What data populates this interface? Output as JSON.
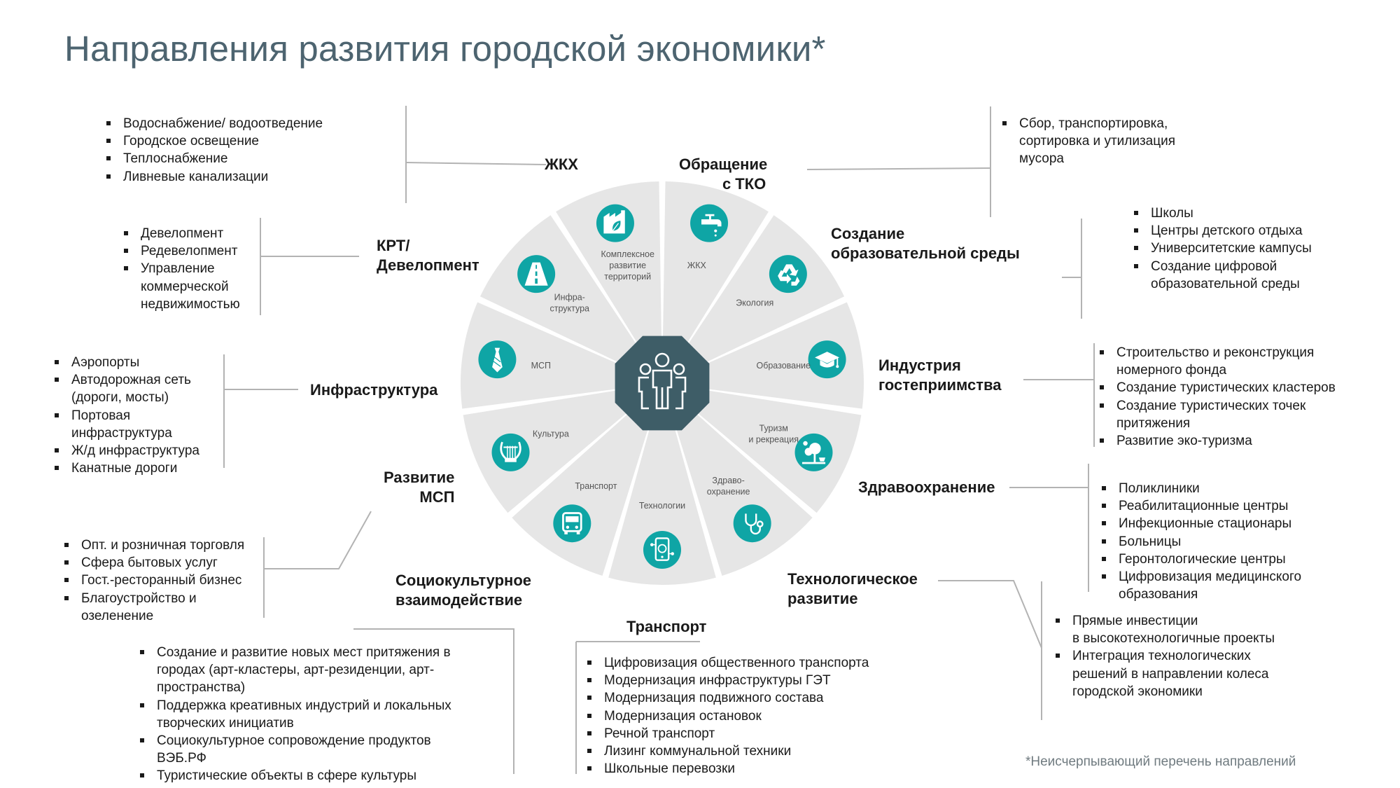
{
  "title": "Направления развития городской экономики*",
  "footnote": "*Неисчерпывающий перечень направлений",
  "colors": {
    "accent": "#0fa5a5",
    "center": "#3e5d67",
    "segment": "#e6e6e6",
    "connector": "#b3b3b3"
  },
  "wheel": {
    "center_icon": "people-group-icon",
    "sectors": [
      {
        "id": "zhkh",
        "label": [
          "ЖКХ"
        ],
        "icon": "water-tap-icon"
      },
      {
        "id": "eco",
        "label": [
          "Экология"
        ],
        "icon": "recycle-icon"
      },
      {
        "id": "edu",
        "label": [
          "Образование"
        ],
        "icon": "graduation-cap-icon"
      },
      {
        "id": "tour",
        "label": [
          "Туризм",
          "и рекреация"
        ],
        "icon": "beach-tree-icon"
      },
      {
        "id": "health",
        "label": [
          "Здраво-",
          "охранение"
        ],
        "icon": "stethoscope-icon"
      },
      {
        "id": "tech",
        "label": [
          "Технологии"
        ],
        "icon": "smartphone-icon"
      },
      {
        "id": "transport",
        "label": [
          "Транспорт"
        ],
        "icon": "bus-icon"
      },
      {
        "id": "culture",
        "label": [
          "Культура"
        ],
        "icon": "lyre-icon"
      },
      {
        "id": "msp",
        "label": [
          "МСП"
        ],
        "icon": "necktie-icon"
      },
      {
        "id": "infra",
        "label": [
          "Инфра-",
          "структура"
        ],
        "icon": "road-icon"
      },
      {
        "id": "krt",
        "label": [
          "Комплексное",
          "развитие",
          "территорий"
        ],
        "icon": "factory-leaf-icon"
      }
    ]
  },
  "directions": {
    "zhkh": {
      "title": [
        "ЖКХ"
      ],
      "items": [
        "Водоснабжение/ водоотведение",
        "Городское освещение",
        "Теплоснабжение",
        "Ливневые канализации"
      ]
    },
    "tko": {
      "title": [
        "Обращение",
        "с ТКО"
      ],
      "items": [
        "Сбор, транспортировка,\nсортировка и утилизация\nмусора"
      ]
    },
    "krt": {
      "title": [
        "КРТ/",
        "Девелопмент"
      ],
      "items": [
        "Девелопмент",
        "Редевелопмент",
        "Управление\nкоммерческой\nнедвижимостью"
      ]
    },
    "edu": {
      "title": [
        "Создание",
        "образовательной среды"
      ],
      "items": [
        "Школы",
        "Центры детского отдыха",
        "Университетские кампусы",
        "Создание цифровой\nобразовательной среды"
      ]
    },
    "infra": {
      "title": [
        "Инфраструктура"
      ],
      "items": [
        "Аэропорты",
        "Автодорожная сеть\n(дороги, мосты)",
        "Портовая\nинфраструктура",
        "Ж/д инфраструктура",
        "Канатные дороги"
      ]
    },
    "tour": {
      "title": [
        "Индустрия",
        "гостеприимства"
      ],
      "items": [
        "Строительство и реконструкция\nномерного фонда",
        "Создание туристических кластеров",
        "Создание туристических точек\nпритяжения",
        "Развитие эко-туризма"
      ]
    },
    "msp": {
      "title": [
        "Развитие",
        "МСП"
      ],
      "items": [
        "Опт. и розничная торговля",
        "Сфера бытовых услуг",
        "Гост.-ресторанный бизнес",
        "Благоустройство и\nозеленение"
      ]
    },
    "health": {
      "title": [
        "Здравоохранение"
      ],
      "items": [
        "Поликлиники",
        "Реабилитационные центры",
        "Инфекционные стационары",
        "Больницы",
        "Геронтологические центры",
        "Цифровизация медицинского\nобразования"
      ]
    },
    "socio": {
      "title": [
        "Социокультурное",
        "взаимодействие"
      ],
      "items": [
        "Создание и развитие новых мест притяжения в\nгородах (арт-кластеры, арт-резиденции, арт-\nпространства)",
        "Поддержка креативных индустрий и локальных\nтворческих инициатив",
        "Социокультурное сопровождение продуктов\nВЭБ.РФ",
        "Туристические объекты в сфере культуры"
      ]
    },
    "tech": {
      "title": [
        "Технологическое",
        "развитие"
      ],
      "items": [
        "Прямые инвестиции\nв высокотехнологичные проекты",
        "Интеграция технологических\nрешений в направлении колеса\nгородской экономики"
      ]
    },
    "transport": {
      "title": [
        "Транспорт"
      ],
      "items": [
        "Цифровизация общественного транспорта",
        "Модернизация инфраструктуры ГЭТ",
        "Модернизация подвижного состава",
        "Модернизация остановок",
        "Речной транспорт",
        "Лизинг коммунальной техники",
        "Школьные перевозки"
      ]
    }
  }
}
